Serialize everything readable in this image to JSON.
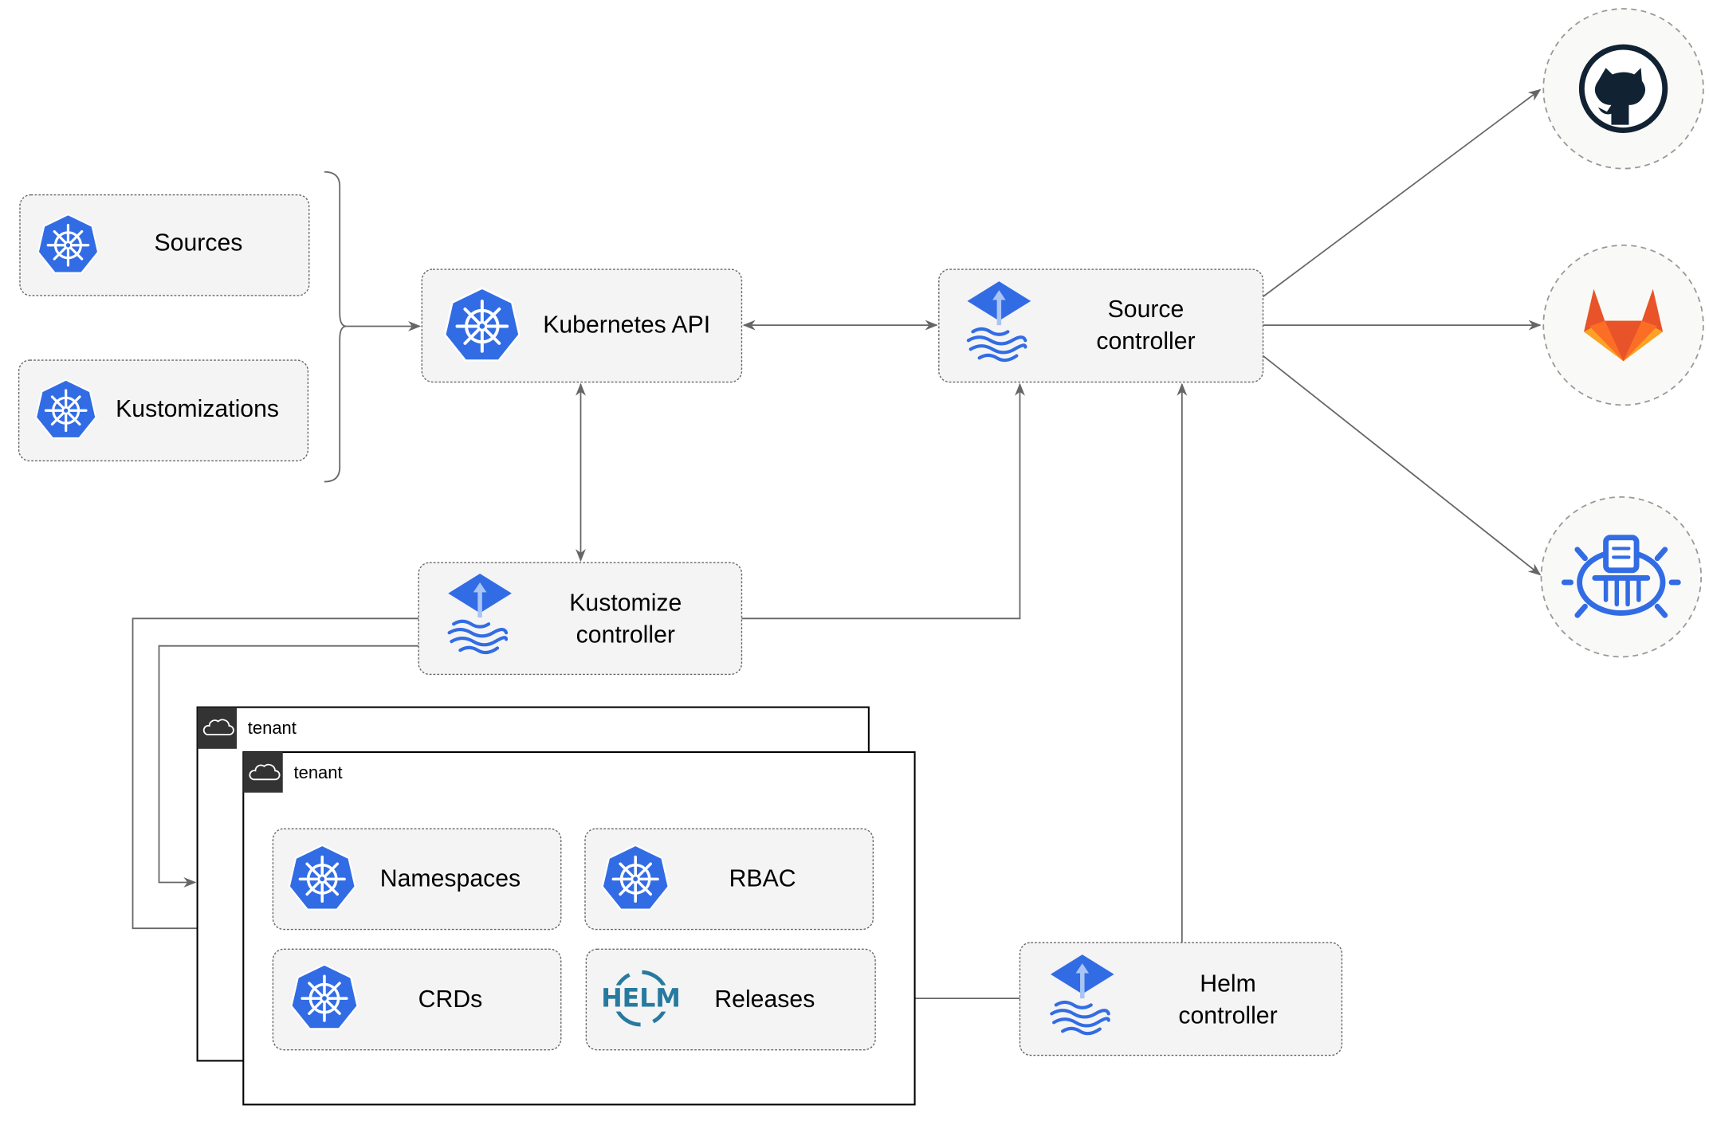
{
  "colors": {
    "kubernetes_blue": "#326ce5",
    "flux_blue": "#326ce5",
    "helm_blue": "#277a9f",
    "github_dark": "#112233",
    "gitlab_orange": "#e8532a",
    "gitlab_yellow": "#fca326",
    "edge": "#666666",
    "node_fill": "#f4f4f4"
  },
  "nodes": {
    "sources": {
      "label": "Sources",
      "icon": "kubernetes-icon"
    },
    "kustomizations": {
      "label": "Kustomizations",
      "icon": "kubernetes-icon"
    },
    "kubernetes_api": {
      "label": "Kubernetes API",
      "icon": "kubernetes-icon"
    },
    "source_controller": {
      "line1": "Source",
      "line2": "controller",
      "icon": "flux-icon"
    },
    "kustomize_controller": {
      "line1": "Kustomize",
      "line2": "controller",
      "icon": "flux-icon"
    },
    "helm_controller": {
      "line1": "Helm",
      "line2": "controller",
      "icon": "flux-icon"
    },
    "namespaces": {
      "label": "Namespaces",
      "icon": "kubernetes-icon"
    },
    "rbac": {
      "label": "RBAC",
      "icon": "kubernetes-icon"
    },
    "crds": {
      "label": "CRDs",
      "icon": "kubernetes-icon"
    },
    "releases": {
      "label": "Releases",
      "icon": "helm-icon",
      "icon_text": "HELM"
    }
  },
  "tenants": [
    {
      "label": "tenant",
      "icon": "cloud-icon"
    },
    {
      "label": "tenant",
      "icon": "cloud-icon"
    }
  ],
  "external": [
    {
      "icon": "github-icon"
    },
    {
      "icon": "gitlab-icon"
    },
    {
      "icon": "bucket-icon"
    }
  ]
}
